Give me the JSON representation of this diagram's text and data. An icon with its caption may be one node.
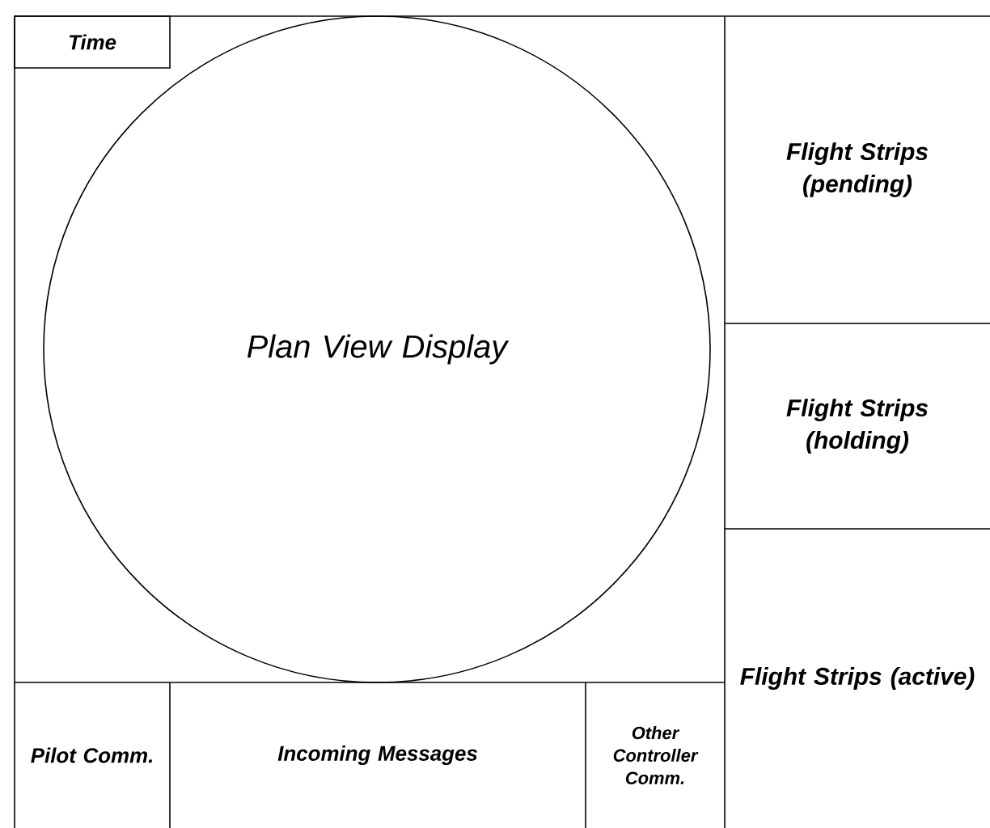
{
  "diagram": {
    "nodes": [
      {
        "text": [
          "Time"
        ]
      },
      {
        "text": [
          "Plan View Display"
        ]
      },
      {
        "text": [
          "Flight Strips (pending)"
        ]
      },
      {
        "text": [
          "Flight Strips (holding)"
        ]
      },
      {
        "text": [
          "Flight Strips (active)"
        ]
      },
      {
        "text": [
          "Pilot Comm."
        ]
      },
      {
        "text": [
          "Incoming Messages"
        ]
      },
      {
        "text": [
          "Other Controller Comm."
        ]
      }
    ]
  }
}
